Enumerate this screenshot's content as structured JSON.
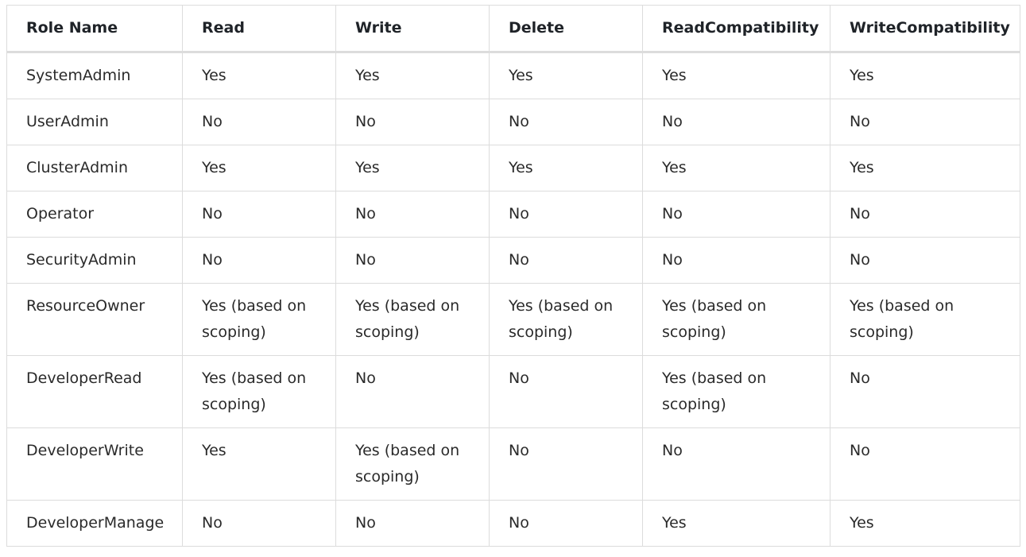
{
  "table": {
    "headers": [
      "Role Name",
      "Read",
      "Write",
      "Delete",
      "ReadCompatibility",
      "WriteCompatibility"
    ],
    "rows": [
      [
        "SystemAdmin",
        "Yes",
        "Yes",
        "Yes",
        "Yes",
        "Yes"
      ],
      [
        "UserAdmin",
        "No",
        "No",
        "No",
        "No",
        "No"
      ],
      [
        "ClusterAdmin",
        "Yes",
        "Yes",
        "Yes",
        "Yes",
        "Yes"
      ],
      [
        "Operator",
        "No",
        "No",
        "No",
        "No",
        "No"
      ],
      [
        "SecurityAdmin",
        "No",
        "No",
        "No",
        "No",
        "No"
      ],
      [
        "ResourceOwner",
        "Yes (based on scoping)",
        "Yes (based on scoping)",
        "Yes (based on scoping)",
        "Yes (based on scoping)",
        "Yes (based on scoping)"
      ],
      [
        "DeveloperRead",
        "Yes (based on scoping)",
        "No",
        "No",
        "Yes (based on scoping)",
        "No"
      ],
      [
        "DeveloperWrite",
        "Yes",
        "Yes (based on scoping)",
        "No",
        "No",
        "No"
      ],
      [
        "DeveloperManage",
        "No",
        "No",
        "No",
        "Yes",
        "Yes"
      ]
    ]
  }
}
